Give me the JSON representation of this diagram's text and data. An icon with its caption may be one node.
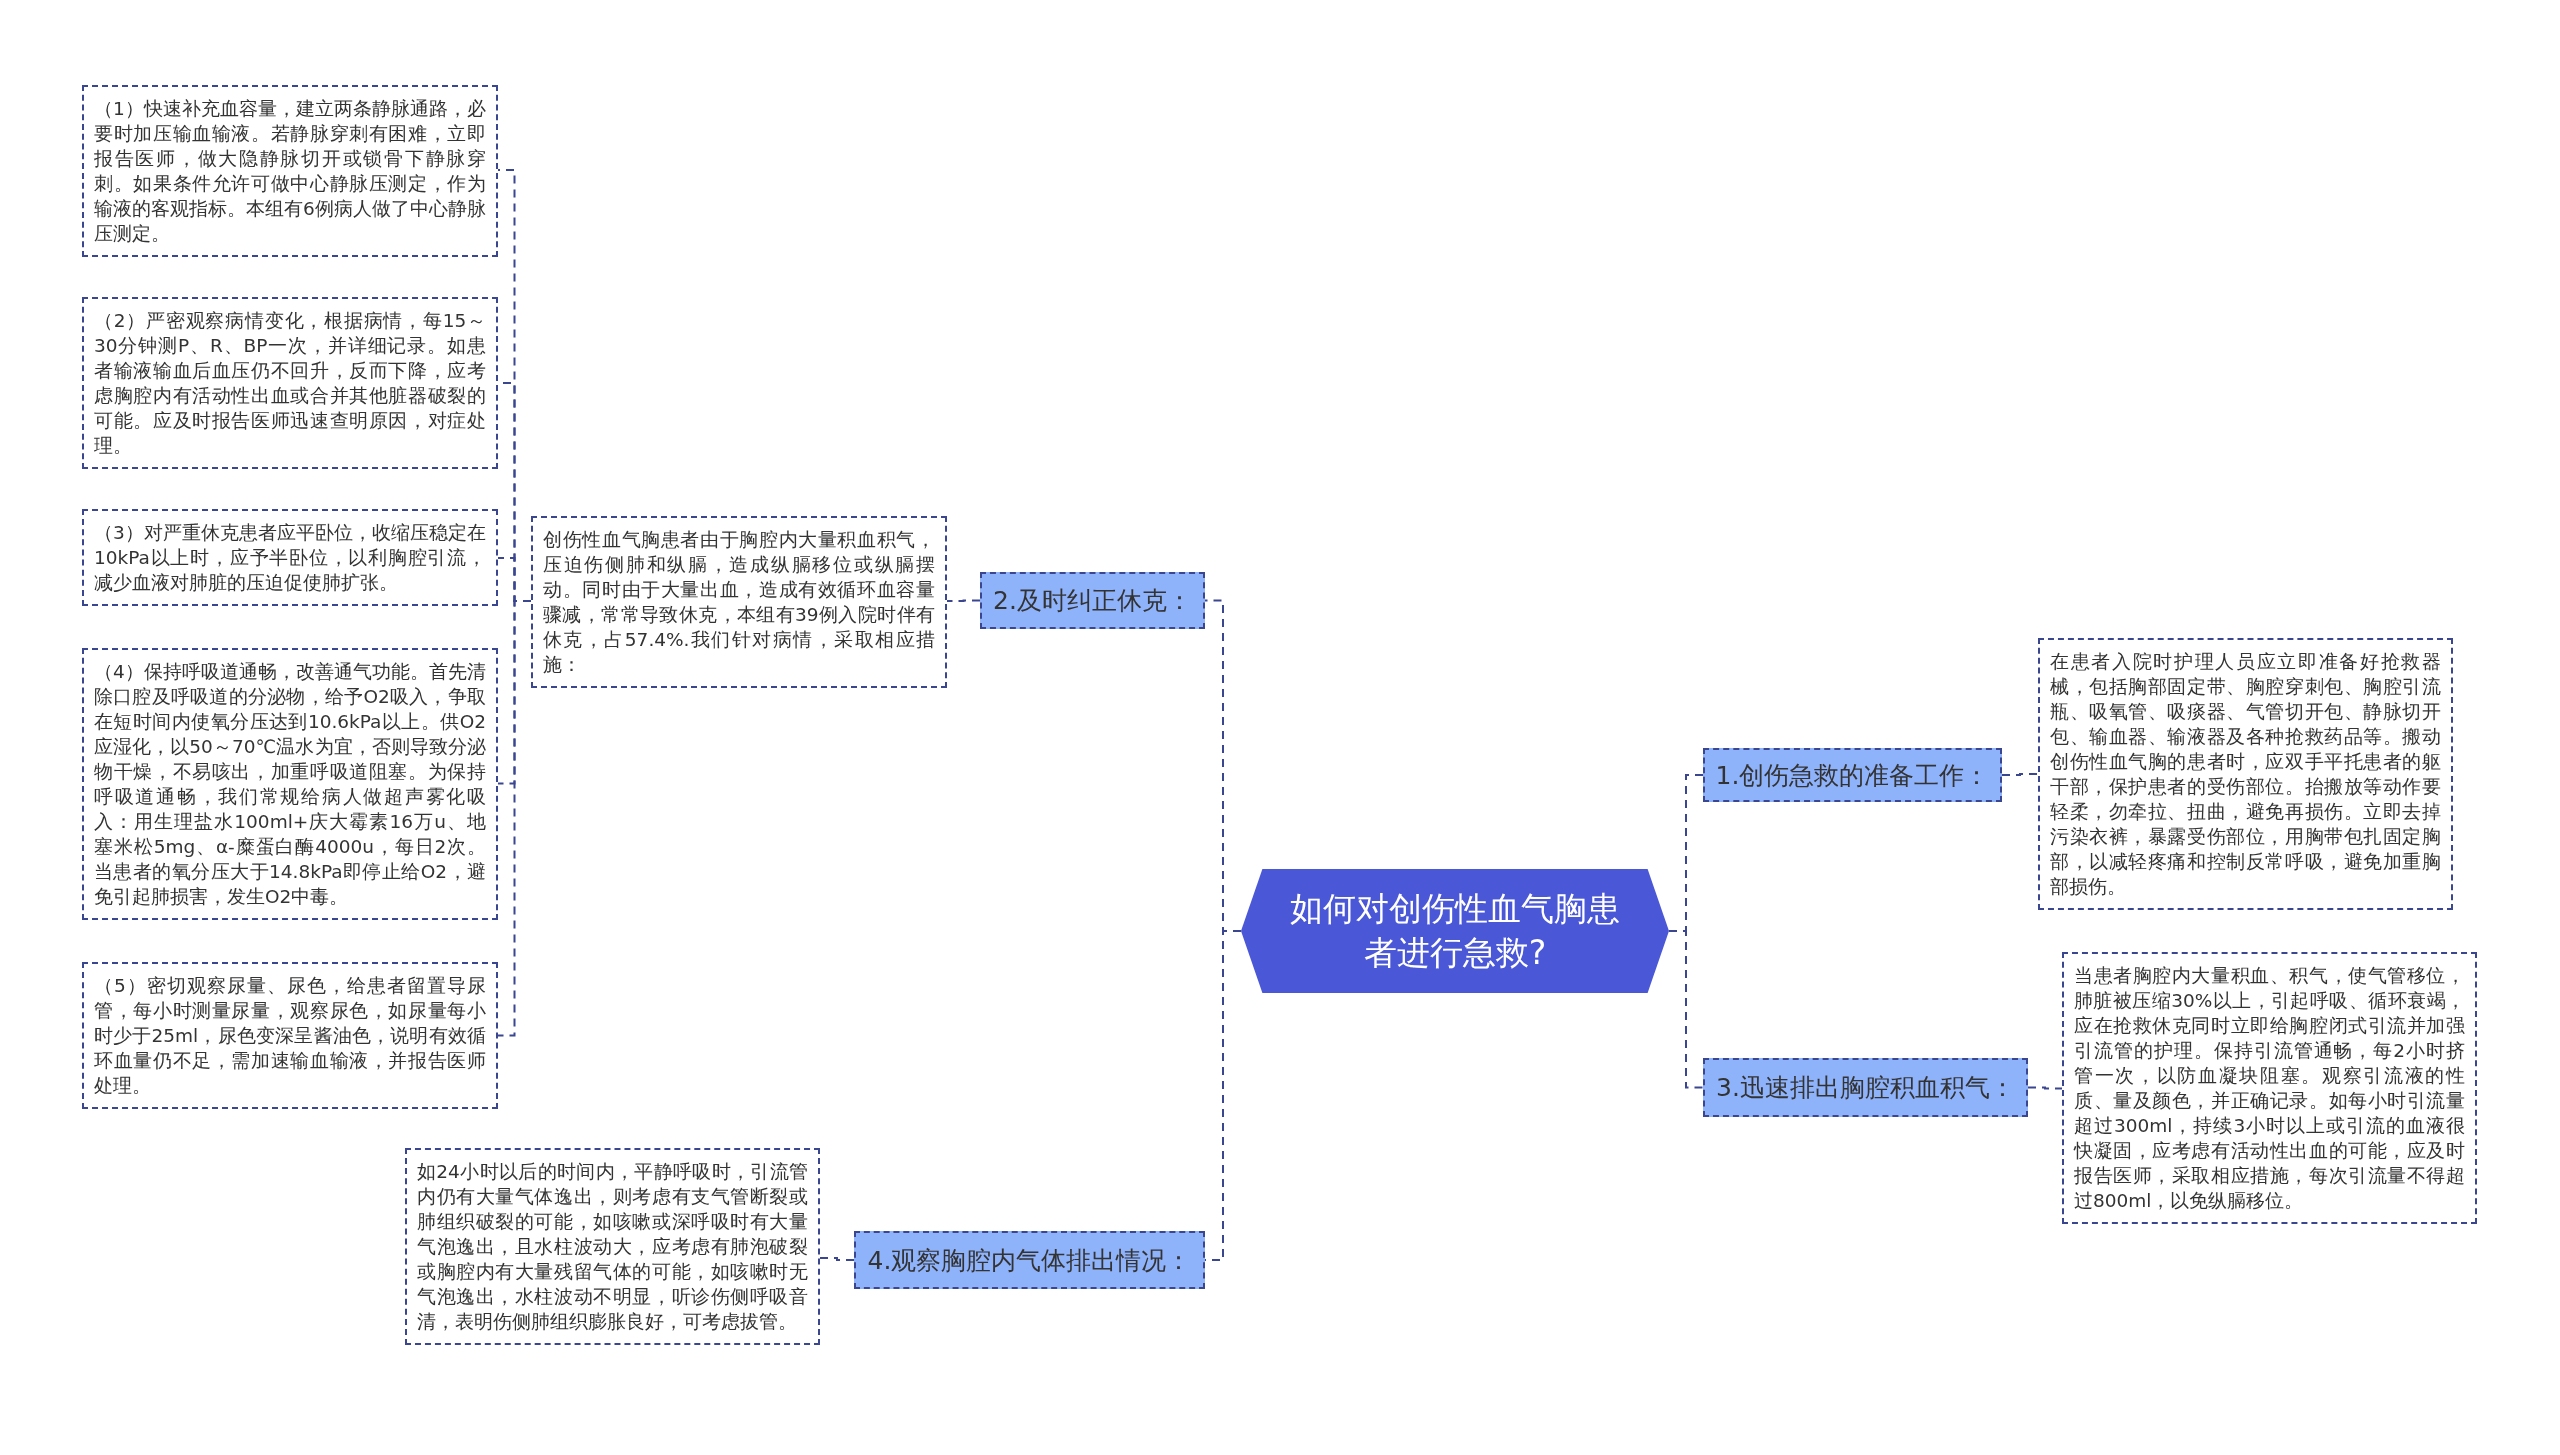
{
  "diagram": {
    "nodes": [
      {
        "text": [
          "如何对创伤性血气胸患者进行急救?"
        ]
      },
      {
        "text": [
          "1.创伤急救的准备工作："
        ]
      },
      {
        "text": [
          "在患者入院时护理人员应立即准备好抢救器械，包括胸部固定带、胸腔穿刺包、胸腔引流瓶、吸氧管、吸痰器、气管切开包、静脉切开包、输血器、输液器及各种抢救药品等。搬动创伤性血气胸的患者时，应双手平托患者的躯干部，保护患者的受伤部位。抬搬放等动作要轻柔，勿牵拉、扭曲，避免再损伤。立即去掉污染衣裤，暴露受伤部位，用胸带包扎固定胸部，以减轻疼痛和控制反常呼吸，避免加重胸部损伤。"
        ]
      },
      {
        "text": [
          "2.及时纠正休克："
        ]
      },
      {
        "text": [
          "创伤性血气胸患者由于胸腔内大量积血积气，压迫伤侧肺和纵膈，造成纵膈移位或纵膈摆动。同时由于大量出血，造成有效循环血容量骤减，常常导致休克，本组有39例入院时伴有休克，占57.4%.我们针对病情，采取相应措施："
        ]
      },
      {
        "text": [
          "（1）快速补充血容量，建立两条静脉通路，必要时加压输血输液。若静脉穿刺有困难，立即报告医师，做大隐静脉切开或锁骨下静脉穿刺。如果条件允许可做中心静脉压测定，作为输液的客观指标。本组有6例病人做了中心静脉压测定。"
        ]
      },
      {
        "text": [
          "（2）严密观察病情变化，根据病情，每15～30分钟测P、R、BP一次，并详细记录。如患者输液输血后血压仍不回升，反而下降，应考虑胸腔内有活动性出血或合并其他脏器破裂的可能。应及时报告医师迅速查明原因，对症处理。"
        ]
      },
      {
        "text": [
          "（3）对严重休克患者应平卧位，收缩压稳定在10kPa以上时，应予半卧位，以利胸腔引流，减少血液对肺脏的压迫促使肺扩张。"
        ]
      },
      {
        "text": [
          "（4）保持呼吸道通畅，改善通气功能。首先清除口腔及呼吸道的分泌物，给予O2吸入，争取在短时间内使氧分压达到10.6kPa以上。供O2应湿化，以50～70℃温水为宜，否则导致分泌物干燥，不易咳出，加重呼吸道阻塞。为保持呼吸道通畅，我们常规给病人做超声雾化吸入：用生理盐水100ml+庆大霉素16万u、地塞米松5mg、α-糜蛋白酶4000u，每日2次。当患者的氧分压大于14.8kPa即停止给O2，避免引起肺损害，发生O2中毒。"
        ]
      },
      {
        "text": [
          "（5）密切观察尿量、尿色，给患者留置导尿管，每小时测量尿量，观察尿色，如尿量每小时少于25ml，尿色变深呈酱油色，说明有效循环血量仍不足，需加速输血输液，并报告医师处理。"
        ]
      },
      {
        "text": [
          "3.迅速排出胸腔积血积气："
        ]
      },
      {
        "text": [
          "当患者胸腔内大量积血、积气，使气管移位，肺脏被压缩30%以上，引起呼吸、循环衰竭，应在抢救休克同时立即给胸腔闭式引流并加强引流管的护理。保持引流管通畅，每2小时挤管一次，以防血凝块阻塞。观察引流液的性质、量及颜色，并正确记录。如每小时引流量超过300ml，持续3小时以上或引流的血液很快凝固，应考虑有活动性出血的可能，应及时报告医师，采取相应措施，每次引流量不得超过800ml，以免纵膈移位。"
        ]
      },
      {
        "text": [
          "4.观察胸腔内气体排出情况："
        ]
      },
      {
        "text": [
          "如24小时以后的时间内，平静呼吸时，引流管内仍有大量气体逸出，则考虑有支气管断裂或肺组织破裂的可能，如咳嗽或深呼吸时有大量气泡逸出，且水柱波动大，应考虑有肺泡破裂或胸腔内有大量残留气体的可能，如咳嗽时无气泡逸出，水柱波动不明显，听诊伤侧呼吸音清，表明伤侧肺组织膨胀良好，可考虑拔管。"
        ]
      }
    ],
    "edges": [
      {
        "from": 0,
        "to": 1,
        "arrow": "none"
      },
      {
        "from": 1,
        "to": 2,
        "arrow": "none"
      },
      {
        "from": 0,
        "to": 3,
        "arrow": "none"
      },
      {
        "from": 3,
        "to": 4,
        "arrow": "none"
      },
      {
        "from": 4,
        "to": 5,
        "arrow": "none"
      },
      {
        "from": 4,
        "to": 6,
        "arrow": "none"
      },
      {
        "from": 4,
        "to": 7,
        "arrow": "none"
      },
      {
        "from": 4,
        "to": 8,
        "arrow": "none"
      },
      {
        "from": 4,
        "to": 9,
        "arrow": "none"
      },
      {
        "from": 0,
        "to": 10,
        "arrow": "none"
      },
      {
        "from": 10,
        "to": 11,
        "arrow": "none"
      },
      {
        "from": 0,
        "to": 12,
        "arrow": "none"
      },
      {
        "from": 12,
        "to": 13,
        "arrow": "none"
      }
    ]
  }
}
